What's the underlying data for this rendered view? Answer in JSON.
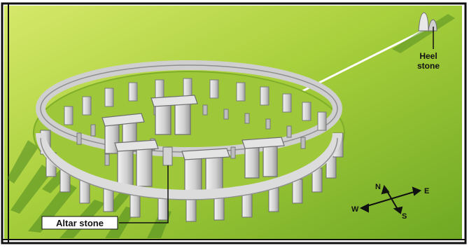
{
  "labels": {
    "heel_stone": [
      "Heel",
      "stone"
    ],
    "altar_stone": "Altar stone"
  },
  "compass": {
    "n": "N",
    "e": "E",
    "s": "S",
    "w": "W"
  },
  "colors": {
    "grass_light": "#b7d84a",
    "grass_mid": "#8fbf2f",
    "grass_dark": "#5f9a22",
    "stone_light": "#e6e6e6",
    "stone_mid": "#c4c4c4",
    "stone_dark": "#8c8c8c",
    "shadow": "#3f6e18",
    "sun_line": "#ffffff",
    "frame": "#111111"
  }
}
